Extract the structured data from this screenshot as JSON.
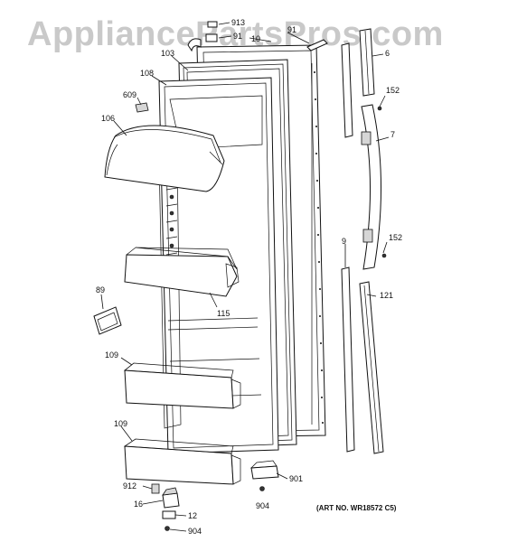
{
  "watermark": "AppliancePartsPros.com",
  "art_number": "(ART NO. WR18572 C5)",
  "labels": {
    "l913": "913",
    "l91": "91",
    "l10": "10",
    "l9top": "91",
    "l6": "6",
    "l103": "103",
    "l108": "108",
    "l609": "609",
    "l106": "106",
    "l152a": "152",
    "l7": "7",
    "l152b": "152",
    "l9": "9",
    "l89": "89",
    "l121": "121",
    "l115": "115",
    "l109a": "109",
    "l109b": "109",
    "l901": "901",
    "l912": "912",
    "l904a": "904",
    "l16": "16",
    "l12": "12",
    "l904b": "904"
  }
}
